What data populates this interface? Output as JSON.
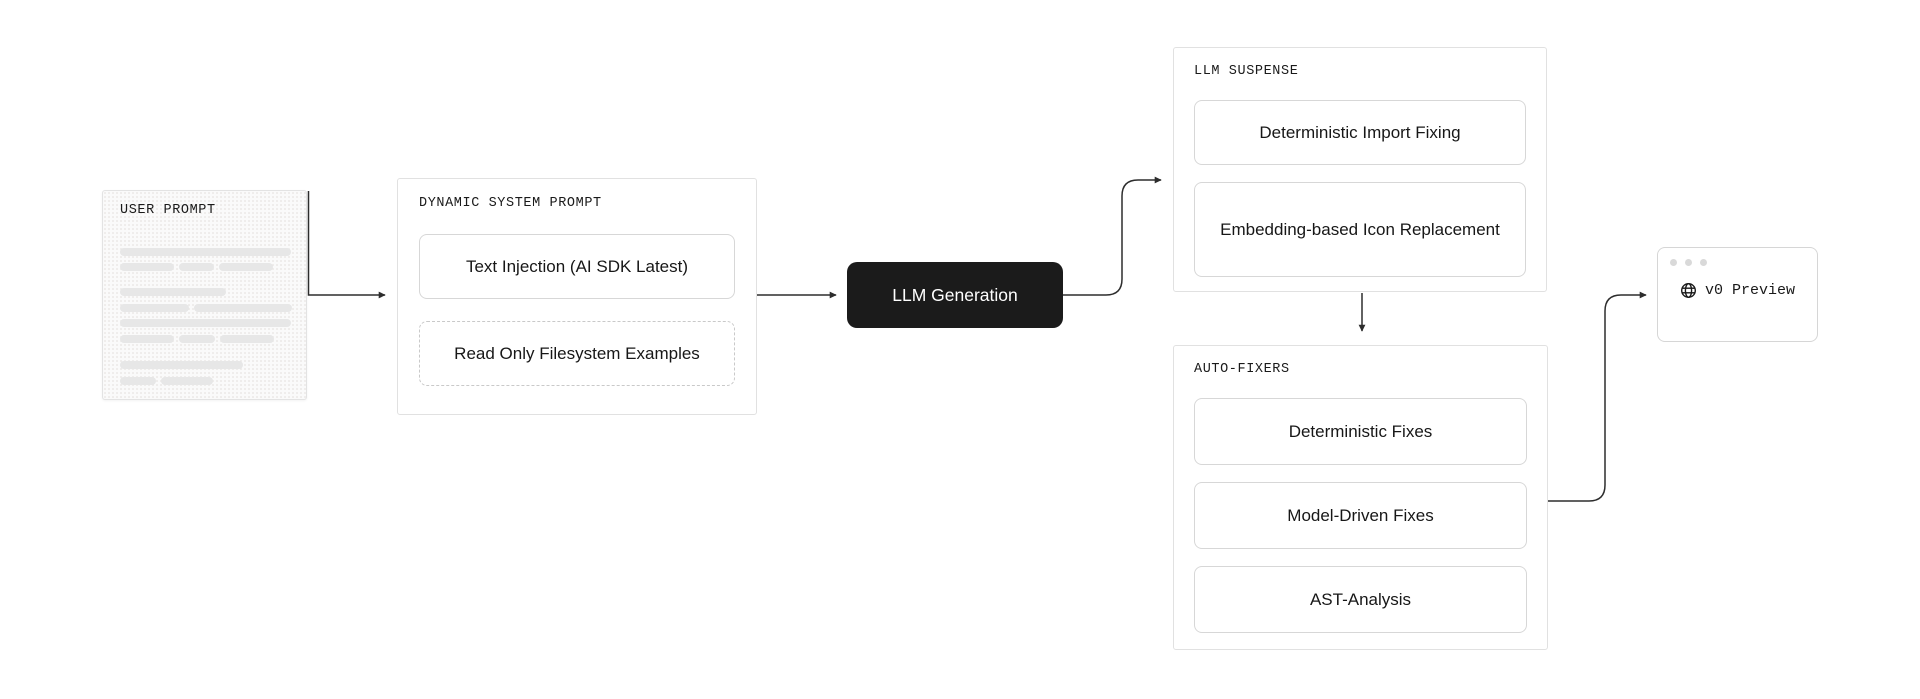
{
  "diagram": {
    "user_prompt": {
      "title": "USER PROMPT",
      "skeleton_rows": [
        {
          "mt": 0,
          "widths": [
            171
          ]
        },
        {
          "mt": 7,
          "widths": [
            54,
            35,
            54
          ]
        },
        {
          "mt": 17,
          "widths": [
            106
          ]
        },
        {
          "mt": 8,
          "widths": [
            69,
            98
          ]
        },
        {
          "mt": 7,
          "widths": [
            171
          ]
        },
        {
          "mt": 8,
          "widths": [
            54,
            36,
            54
          ]
        },
        {
          "mt": 18,
          "widths": [
            123
          ]
        },
        {
          "mt": 8,
          "widths": [
            36,
            52
          ]
        }
      ]
    },
    "dynamic_system_prompt": {
      "title": "DYNAMIC SYSTEM PROMPT",
      "items": [
        {
          "label": "Text Injection (AI SDK Latest)",
          "border": "solid"
        },
        {
          "label": "Read Only Filesystem Examples",
          "border": "dashed"
        }
      ]
    },
    "llm_generation": {
      "label": "LLM Generation"
    },
    "llm_suspense": {
      "title": "LLM SUSPENSE",
      "items": [
        {
          "label": "Deterministic Import Fixing"
        },
        {
          "label": "Embedding-based Icon Replacement"
        }
      ]
    },
    "auto_fixers": {
      "title": "AUTO-FIXERS",
      "items": [
        {
          "label": "Deterministic Fixes"
        },
        {
          "label": "Model-Driven Fixes"
        },
        {
          "label": "AST-Analysis"
        }
      ]
    },
    "v0_preview": {
      "label": "v0 Preview",
      "icon": "globe-icon"
    }
  },
  "colors": {
    "background": "#ffffff",
    "container_border": "#e1e1e1",
    "node_border": "#d7d7d7",
    "dashed_node_border": "#c9c9c9",
    "primary_node_bg": "#1b1b1b",
    "primary_node_text": "#ffffff",
    "text": "#171717",
    "connector": "#2d2d2d",
    "skeleton_bar": "#e7e7e7",
    "user_prompt_bg": "#fafafa",
    "window_dot": "#d9d9d9"
  }
}
